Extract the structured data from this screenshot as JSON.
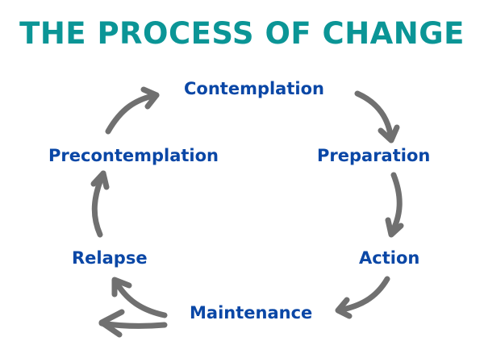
{
  "title": "THE PROCESS OF CHANGE",
  "colors": {
    "title": "#0b9596",
    "stage_label": "#0a47a6",
    "arrow": "#707070",
    "background": "#ffffff"
  },
  "stages": [
    {
      "id": "contemplation",
      "label": "Contemplation"
    },
    {
      "id": "preparation",
      "label": "Preparation"
    },
    {
      "id": "action",
      "label": "Action"
    },
    {
      "id": "maintenance",
      "label": "Maintenance"
    },
    {
      "id": "relapse",
      "label": "Relapse"
    },
    {
      "id": "precontemplation",
      "label": "Precontemplation"
    }
  ],
  "arrows": [
    {
      "from": "precontemplation",
      "to": "contemplation"
    },
    {
      "from": "contemplation",
      "to": "preparation"
    },
    {
      "from": "preparation",
      "to": "action"
    },
    {
      "from": "action",
      "to": "maintenance"
    },
    {
      "from": "maintenance",
      "to": "relapse"
    },
    {
      "from": "maintenance",
      "to": "exit-left"
    },
    {
      "from": "relapse",
      "to": "precontemplation"
    }
  ]
}
